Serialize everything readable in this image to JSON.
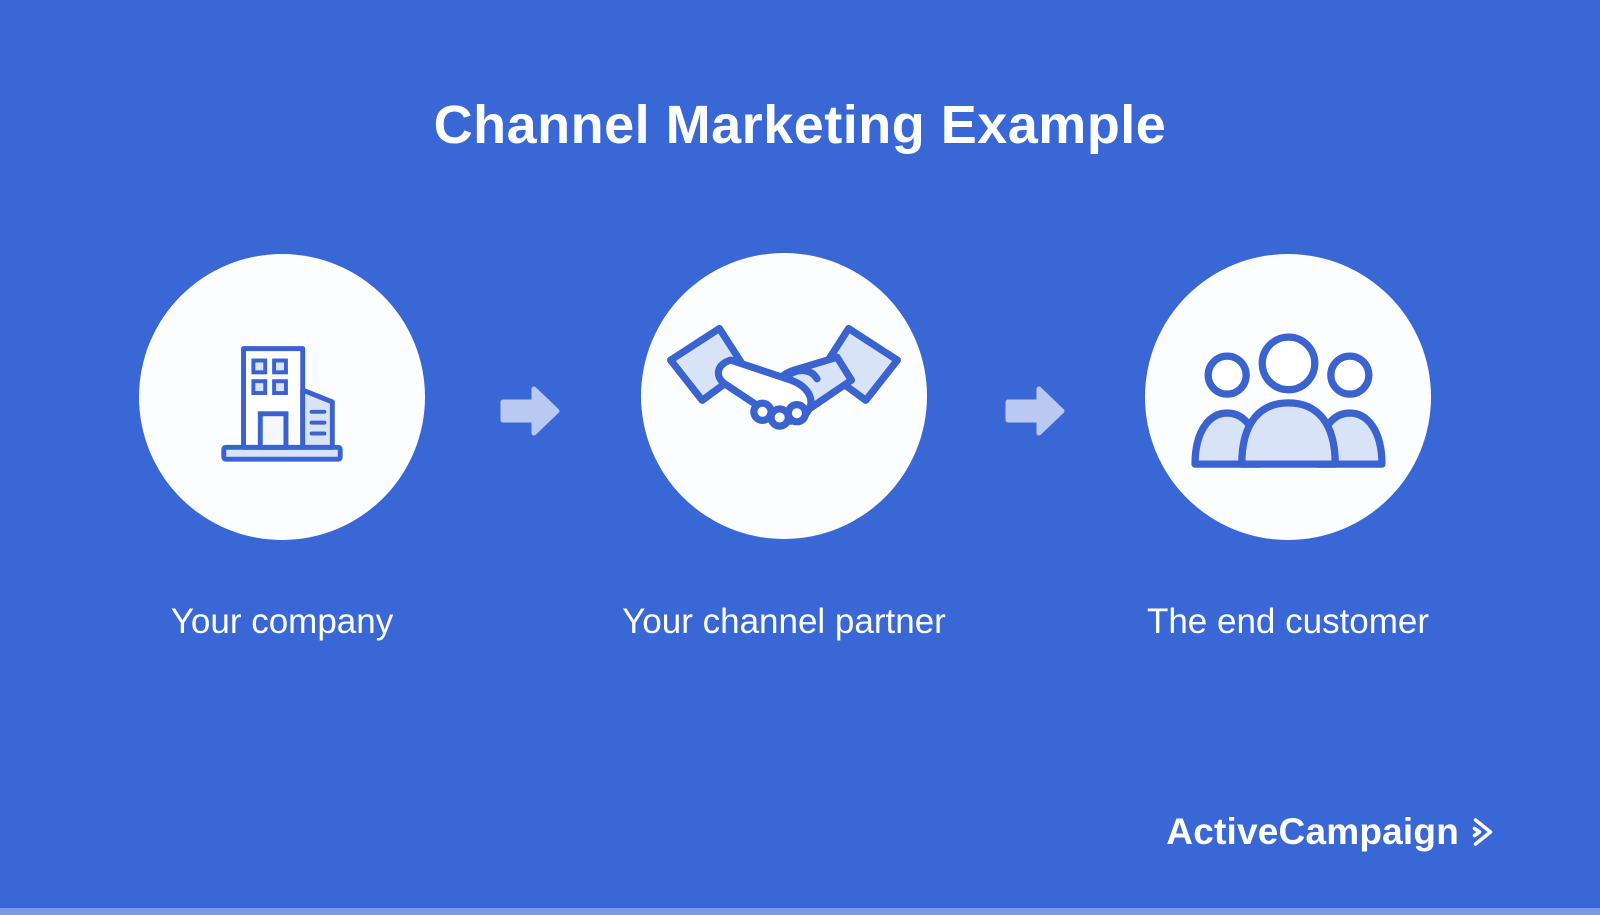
{
  "title": "Channel Marketing Example",
  "steps": [
    {
      "label": "Your company",
      "icon": "building-icon"
    },
    {
      "label": "Your channel partner",
      "icon": "handshake-icon"
    },
    {
      "label": "The end customer",
      "icon": "people-icon"
    }
  ],
  "arrows": [
    {
      "icon": "arrow-right-icon"
    },
    {
      "icon": "arrow-right-icon"
    }
  ],
  "logo": {
    "text": "ActiveCampaign",
    "icon": "double-chevron-right-icon"
  },
  "colors": {
    "background": "#3a67d6",
    "circle_fill": "#fcfdff",
    "icon_stroke": "#3a63cf",
    "icon_fill": "#d9e3f8",
    "arrow_fill": "#b9c9f2",
    "text": "#ffffff"
  }
}
